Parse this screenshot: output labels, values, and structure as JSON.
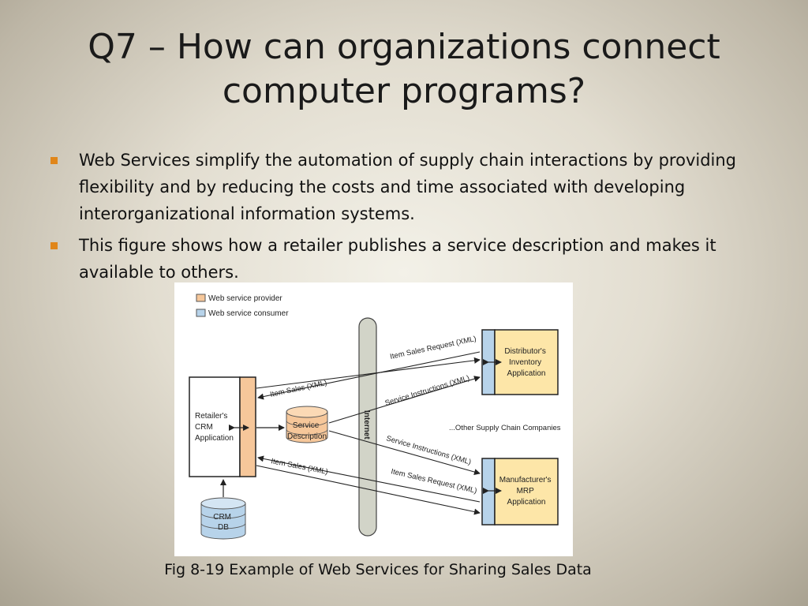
{
  "slide": {
    "title": "Q7 – How can organizations connect computer programs?",
    "bullets": [
      "Web Services simplify the automation of supply chain interactions by providing flexibility and by reducing the costs and time associated with developing interorganizational information systems.",
      "This figure shows how a retailer publishes a service description and makes it available to others."
    ],
    "caption": "Fig 8-19 Example of Web Services for Sharing Sales Data"
  },
  "figure": {
    "legend": {
      "provider": "Web service provider",
      "consumer": "Web service consumer"
    },
    "internet_label": "Internet",
    "retailer_lines": [
      "Retailer's",
      "CRM",
      "Application"
    ],
    "service_lines": [
      "Service",
      "Description"
    ],
    "crm_db_lines": [
      "CRM",
      "DB"
    ],
    "distributor_lines": [
      "Distributor's",
      "Inventory",
      "Application"
    ],
    "manufacturer_lines": [
      "Manufacturer's",
      "MRP",
      "Application"
    ],
    "other_companies": "...Other Supply Chain Companies",
    "arrows": {
      "item_sales_request_top": "Item Sales Request (XML)",
      "item_sales_top": "Item Sales (XML)",
      "service_instructions_top": "Service Instructions (XML)",
      "service_instructions_bottom": "Service Instructions (XML)",
      "item_sales_bottom": "Item Sales (XML)",
      "item_sales_request_bottom": "Item Sales Request (XML)"
    },
    "colors": {
      "provider": "#f6c79a",
      "consumer": "#b7d3ea",
      "app_fill": "#fde6a8",
      "internet": "#d2d4c8",
      "bullet": "#e0861a"
    }
  }
}
